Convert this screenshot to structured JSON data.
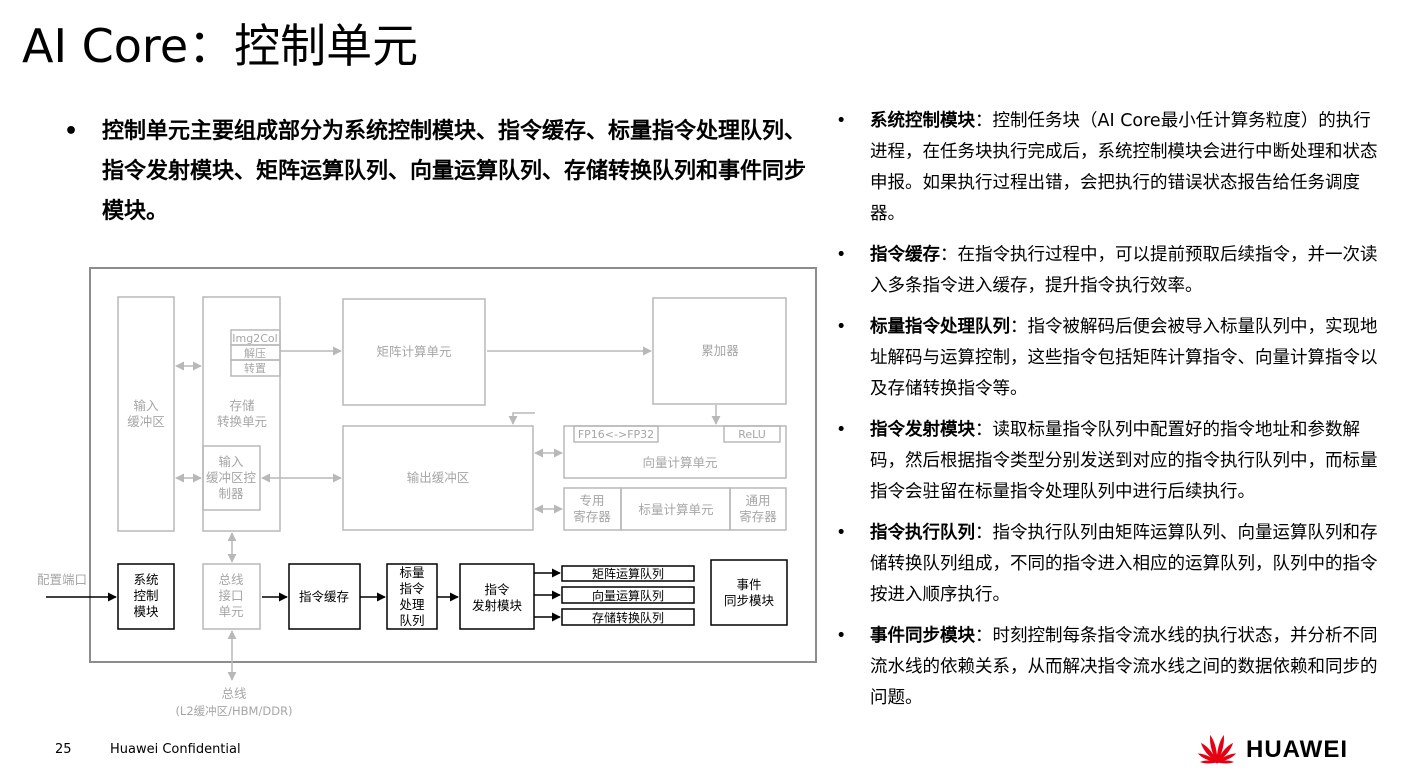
{
  "title": "AI Core：控制单元",
  "lead": "控制单元主要组成部分为系统控制模块、指令缓存、标量指令处理队列、指令发射模块、矩阵运算队列、向量运算队列、存储转换队列和事件同步模块。",
  "points": [
    {
      "term": "系统控制模块",
      "text": "：控制任务块（AI Core最小任计算务粒度）的执行进程，在任务块执行完成后，系统控制模块会进行中断处理和状态申报。如果执行过程出错，会把执行的错误状态报告给任务调度器。"
    },
    {
      "term": "指令缓存",
      "text": "：在指令执行过程中，可以提前预取后续指令，并一次读入多条指令进入缓存，提升指令执行效率。"
    },
    {
      "term": "标量指令处理队列",
      "text": "：指令被解码后便会被导入标量队列中，实现地址解码与运算控制，这些指令包括矩阵计算指令、向量计算指令以及存储转换指令等。"
    },
    {
      "term": "指令发射模块",
      "text": "：读取标量指令队列中配置好的指令地址和参数解码，然后根据指令类型分别发送到对应的指令执行队列中，而标量指令会驻留在标量指令处理队列中进行后续执行。"
    },
    {
      "term": "指令执行队列",
      "text": "：指令执行队列由矩阵运算队列、向量运算队列和存储转换队列组成，不同的指令进入相应的运算队列，队列中的指令按进入顺序执行。"
    },
    {
      "term": "事件同步模块",
      "text": "：时刻控制每条指令流水线的执行状态，并分析不同流水线的依赖关系，从而解决指令流水线之间的数据依赖和同步的问题。"
    }
  ],
  "diagram": {
    "input_buffer": [
      "输入",
      "缓冲区"
    ],
    "storage_convert": [
      "存储",
      "转换单元"
    ],
    "img2col": "Img2Col",
    "decompress": "解压",
    "transpose": "转置",
    "input_buffer_ctrl": [
      "输入",
      "缓冲区控",
      "制器"
    ],
    "matrix_unit": "矩阵计算单元",
    "accumulator": "累加器",
    "output_buffer": "输出缓冲区",
    "fp16_fp32": "FP16<->FP32",
    "relu": "ReLU",
    "vector_unit": "向量计算单元",
    "special_reg": [
      "专用",
      "寄存器"
    ],
    "scalar_unit": "标量计算单元",
    "general_reg": [
      "通用",
      "寄存器"
    ],
    "config_port": "配置端口",
    "sys_ctrl": [
      "系统",
      "控制",
      "模块"
    ],
    "bus_interface": [
      "总线",
      "接口",
      "单元"
    ],
    "instr_cache": "指令缓存",
    "scalar_queue": [
      "标量",
      "指令",
      "处理",
      "队列"
    ],
    "issue_module": [
      "指令",
      "发射模块"
    ],
    "matrix_queue": "矩阵运算队列",
    "vector_queue": "向量运算队列",
    "storage_queue": "存储转换队列",
    "event_sync": [
      "事件",
      "同步模块"
    ],
    "bus": "总线",
    "bus_detail": "(L2缓冲区/HBM/DDR)"
  },
  "footer": {
    "page_number": "25",
    "confidential": "Huawei Confidential",
    "brand": "HUAWEI"
  },
  "colors": {
    "gray_line": "#b8b8b8",
    "gray_text": "#a6a6a6",
    "logo_red": "#e60012"
  }
}
